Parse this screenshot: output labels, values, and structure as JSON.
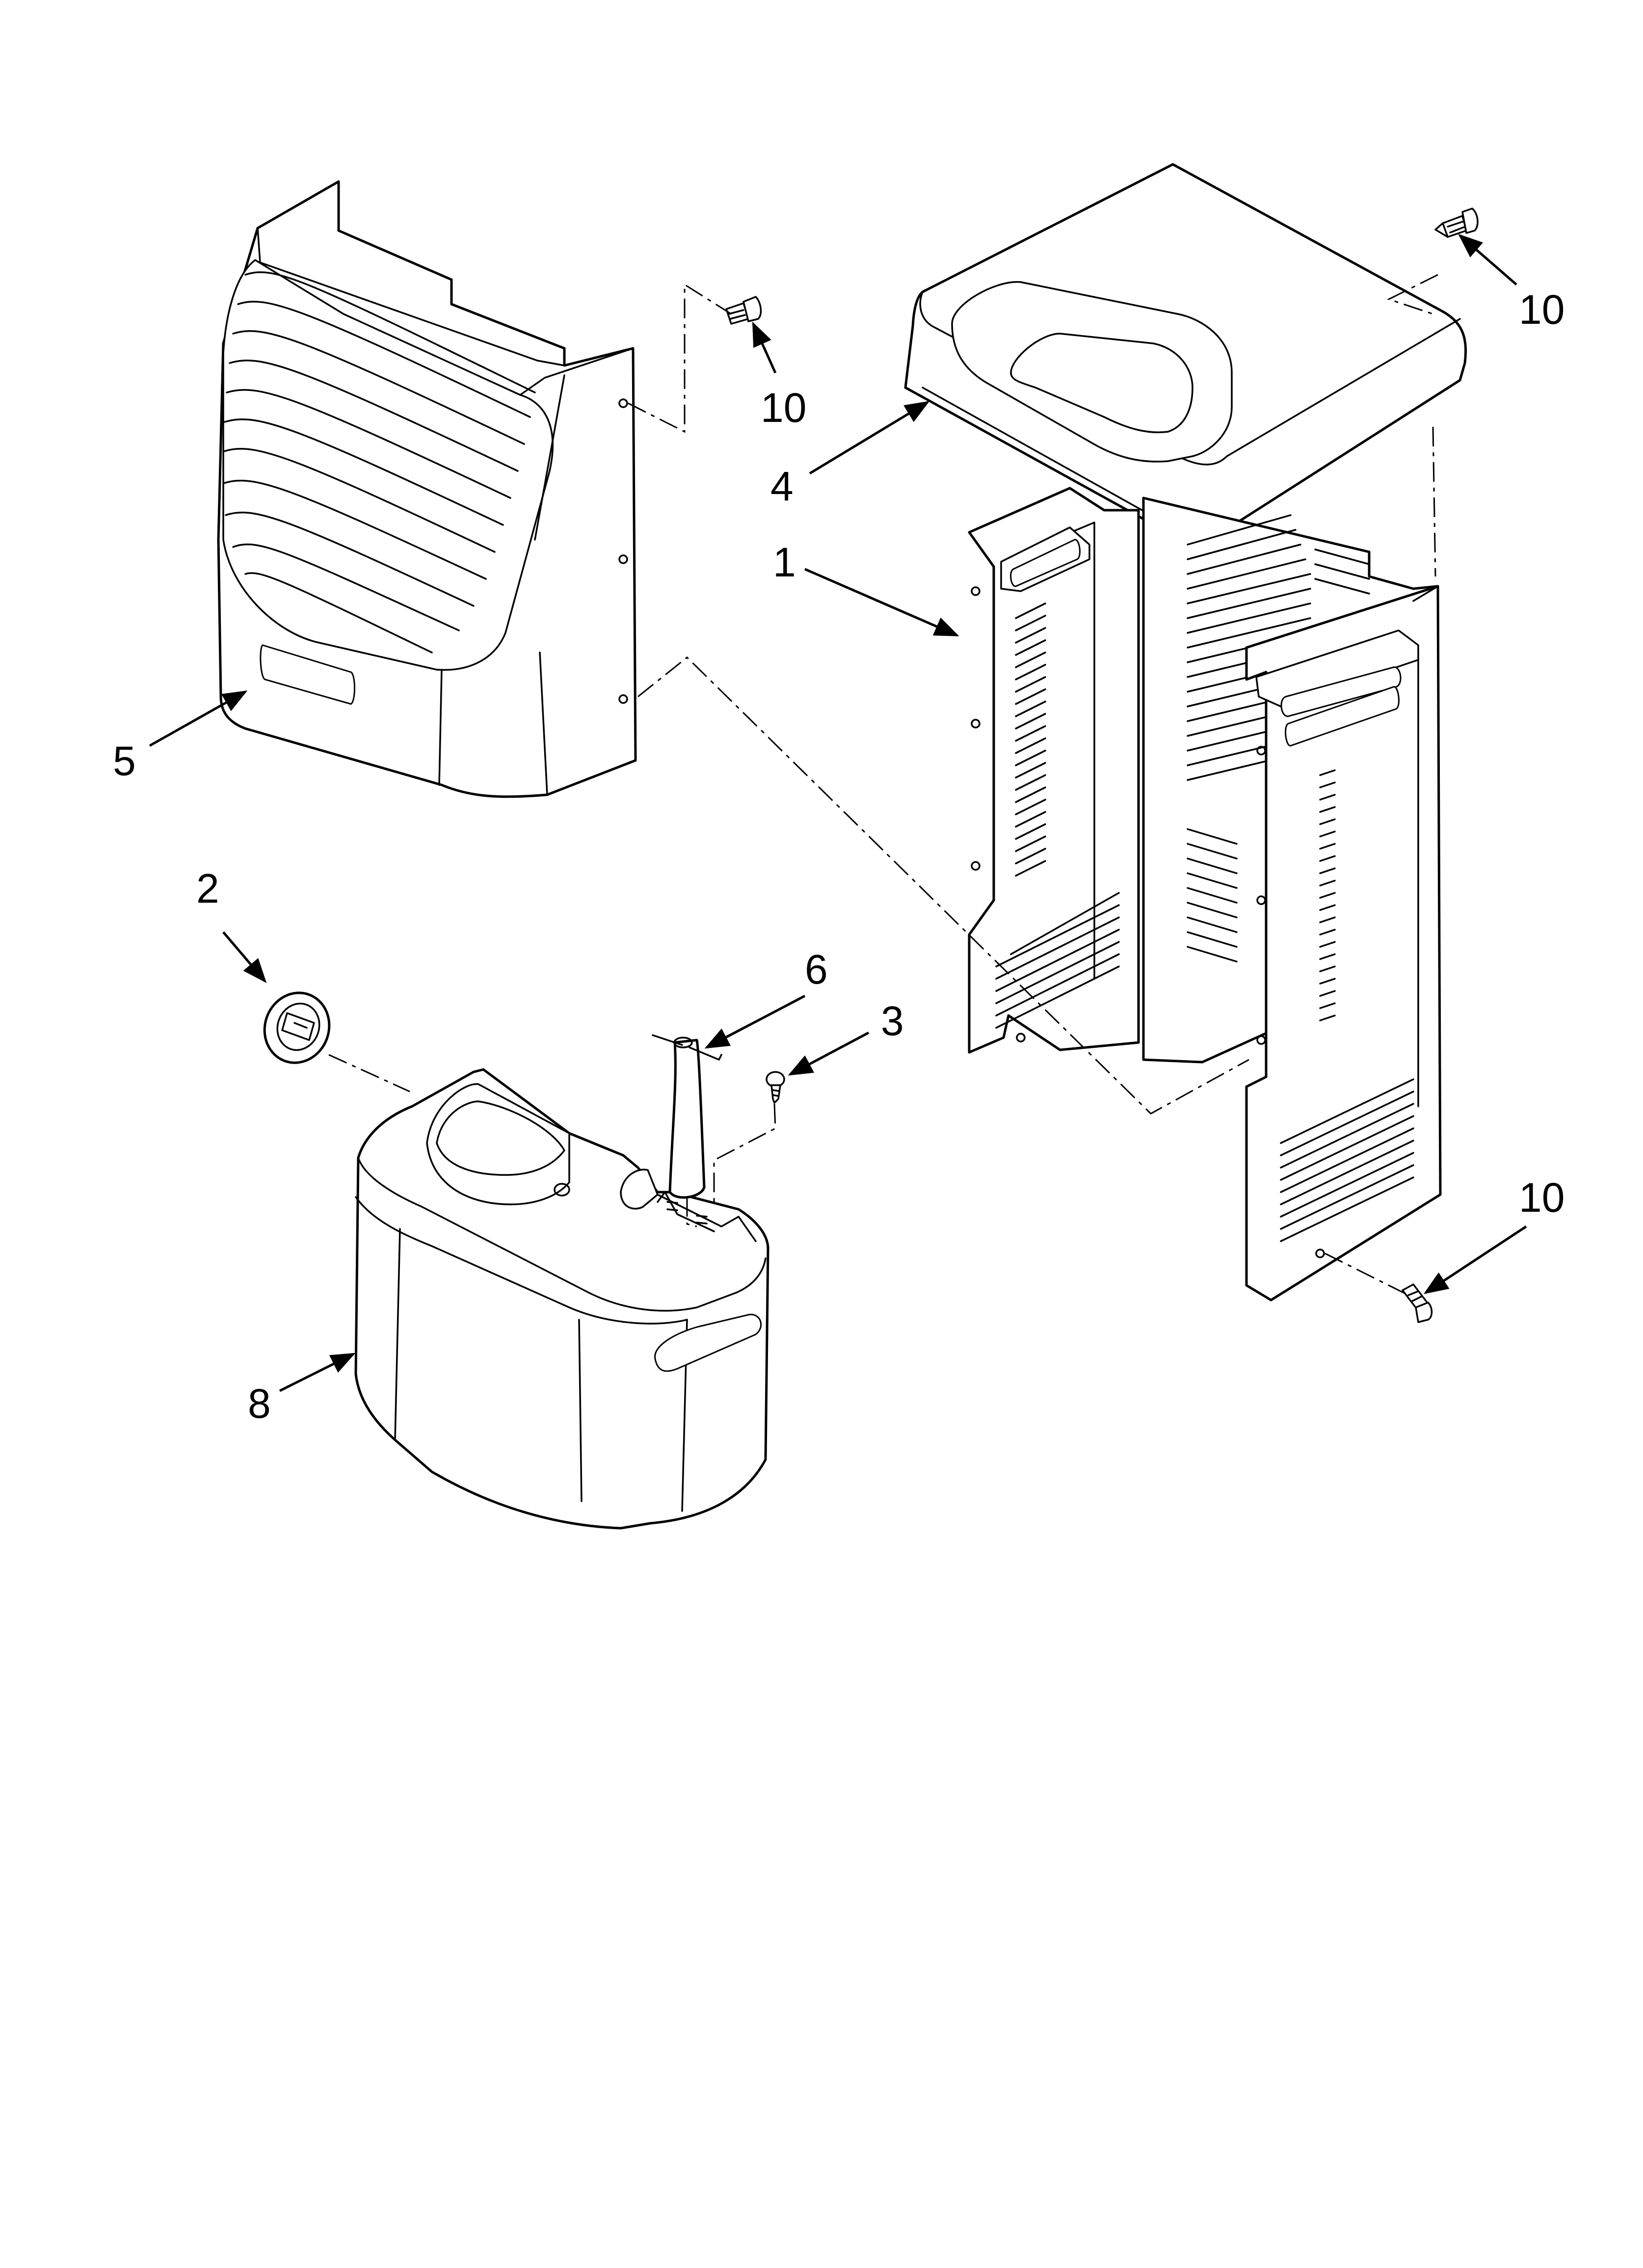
{
  "callouts": [
    {
      "id": "1",
      "label": "1"
    },
    {
      "id": "2",
      "label": "2"
    },
    {
      "id": "3",
      "label": "3"
    },
    {
      "id": "4",
      "label": "4"
    },
    {
      "id": "5",
      "label": "5"
    },
    {
      "id": "6",
      "label": "6"
    },
    {
      "id": "8",
      "label": "8"
    },
    {
      "id": "10a",
      "label": "10"
    },
    {
      "id": "10b",
      "label": "10"
    },
    {
      "id": "10c",
      "label": "10"
    }
  ]
}
